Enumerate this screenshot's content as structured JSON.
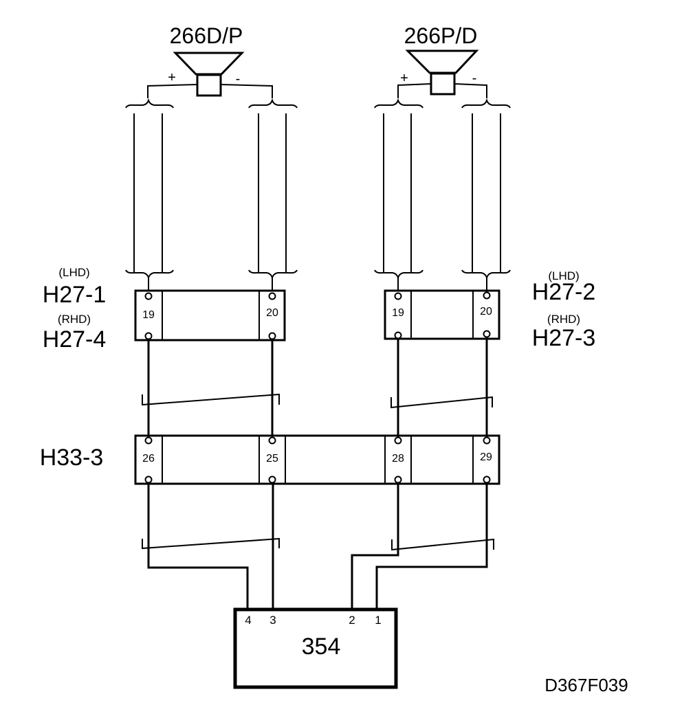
{
  "speakers": {
    "left": {
      "label": "266D/P",
      "plus": "+",
      "minus": "-"
    },
    "right": {
      "label": "266P/D",
      "plus": "+",
      "minus": "-"
    }
  },
  "connectors": {
    "left_top_variant": "(LHD)",
    "left_top_name": "H27-1",
    "left_bottom_variant": "(RHD)",
    "left_bottom_name": "H27-4",
    "right_top_variant": "(LHD)",
    "right_top_name": "H27-2",
    "right_bottom_variant": "(RHD)",
    "right_bottom_name": "H27-3",
    "left_pins": [
      "19",
      "20"
    ],
    "right_pins": [
      "19",
      "20"
    ],
    "h33_name": "H33-3",
    "h33_pins": [
      "26",
      "25",
      "28",
      "29"
    ]
  },
  "module": {
    "label": "354",
    "pins": [
      "4",
      "3",
      "2",
      "1"
    ]
  },
  "figure_id": "D367F039"
}
